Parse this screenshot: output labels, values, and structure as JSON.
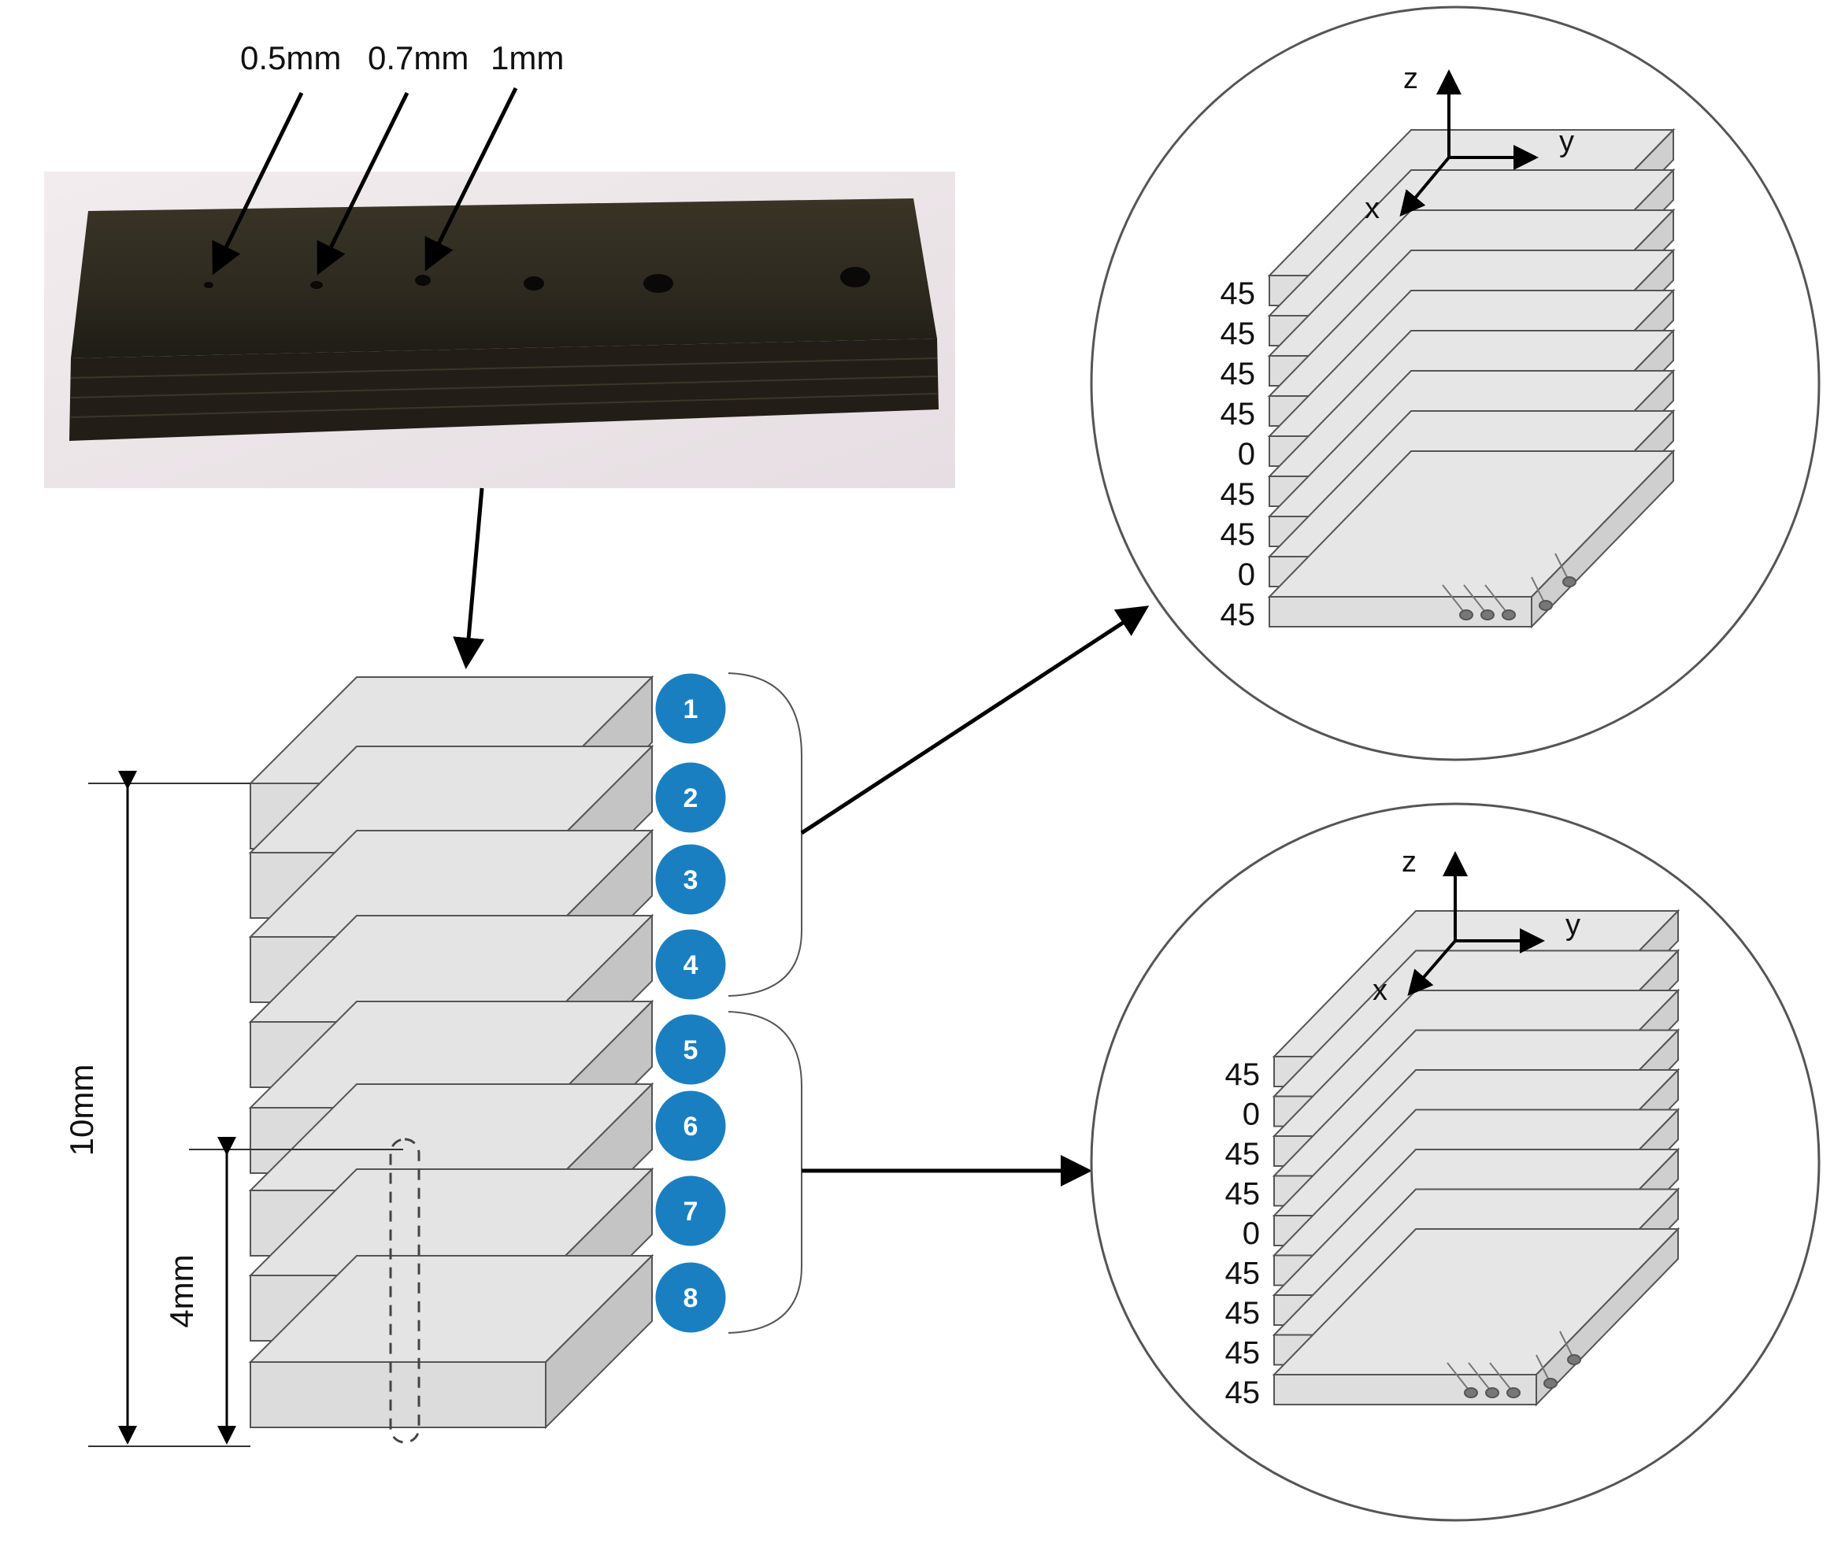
{
  "hole_labels": [
    "0.5mm",
    "0.7mm",
    "1mm"
  ],
  "photo": {
    "subject": "drilled composite laminate specimen"
  },
  "main_stack": {
    "dim_total": "10mm",
    "dim_hole": "4mm",
    "ply_badges": [
      "1",
      "2",
      "3",
      "4",
      "5",
      "6",
      "7",
      "8"
    ],
    "badge_color": "#1a7fc1"
  },
  "detail_top": {
    "axes": {
      "z": "z",
      "y": "y",
      "x": "x"
    },
    "plies": [
      "45",
      "45",
      "45",
      "45",
      "0",
      "45",
      "45",
      "0",
      "45"
    ]
  },
  "detail_bottom": {
    "axes": {
      "z": "z",
      "y": "y",
      "x": "x"
    },
    "plies": [
      "45",
      "0",
      "45",
      "45",
      "0",
      "45",
      "45",
      "45",
      "45"
    ]
  }
}
